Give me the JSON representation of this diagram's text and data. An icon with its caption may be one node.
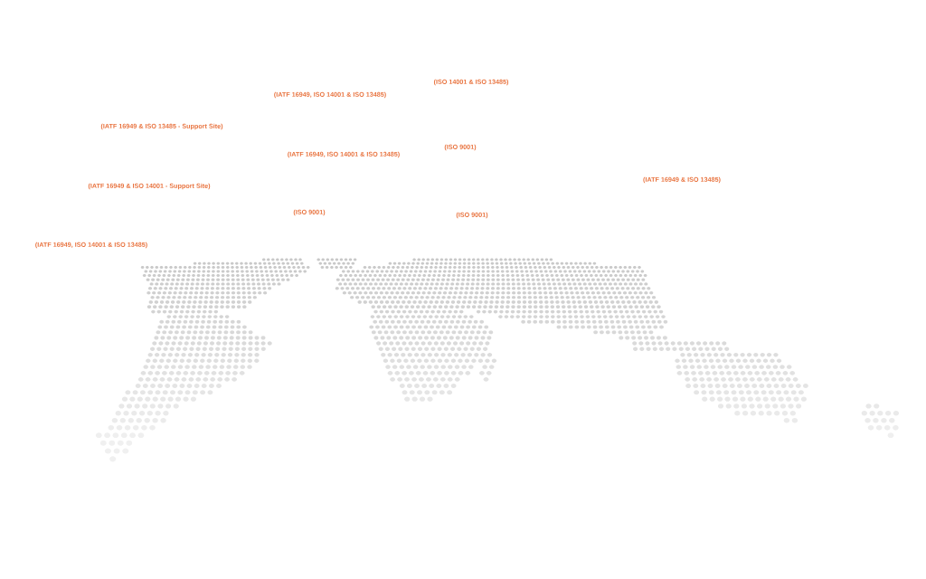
{
  "diagram": {
    "labels": [
      "(ISO 14001 & ISO 13485)",
      "(IATF 16949, ISO 14001 & ISO 13485)",
      "(IATF 16949 & ISO 13485 - Support Site)",
      "(ISO 9001)",
      "(IATF 16949, ISO 14001 & ISO 13485)",
      "(IATF 16949 & ISO 13485)",
      "(IATF 16949 & ISO 14001 - Support Site)",
      "(ISO 9001)",
      "(ISO 9001)",
      "(IATF 16949, ISO 14001 & ISO 13485)"
    ]
  }
}
